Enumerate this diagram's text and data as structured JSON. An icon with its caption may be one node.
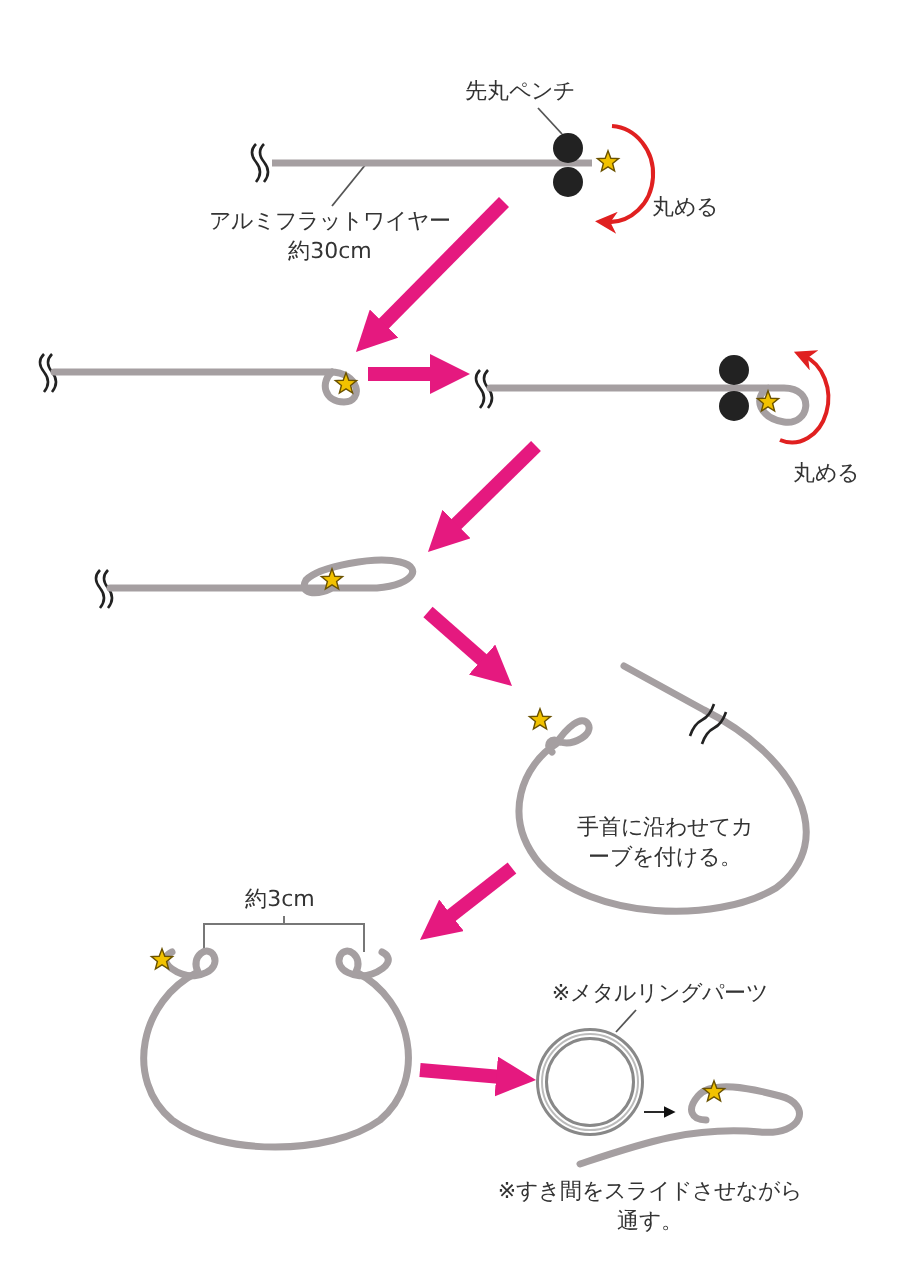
{
  "diagram": {
    "nodes": [
      {
        "text": [
          "先丸ペンチ"
        ]
      },
      {
        "text": [],
        "shape": "picture"
      },
      {
        "text": [],
        "shape": "circle"
      },
      {
        "text": [
          "アルミフラットワイヤー",
          "約30cm"
        ]
      },
      {
        "text": [],
        "shape": "bar",
        "in": 1
      },
      {
        "text": [],
        "shape": "picture"
      },
      {
        "text": [],
        "shape": "picture"
      },
      {
        "text": [],
        "shape": "picture"
      },
      {
        "text": [
          "手首に沿わせてカーブを付ける。"
        ]
      },
      {
        "text": [],
        "shape": "picture"
      },
      {
        "text": [
          "※メタルリングパーツ"
        ]
      },
      {
        "text": [],
        "shape": "circle"
      },
      {
        "text": [],
        "shape": "picture"
      }
    ],
    "edges": [
      {
        "from": 0,
        "to": 2,
        "arrow": "none",
        "color": "#555555"
      },
      {
        "from": 3,
        "to": 4,
        "arrow": "none",
        "color": "#555555"
      },
      {
        "from": 1,
        "to": 5,
        "arrow": "to"
      },
      {
        "from": 5,
        "to": 6,
        "arrow": "to"
      },
      {
        "from": 6,
        "to": 7,
        "arrow": "to"
      },
      {
        "from": 7,
        "to": 8,
        "arrow": "to"
      },
      {
        "from": 8,
        "to": 9,
        "arrow": "to"
      },
      {
        "from": 9,
        "to": 11,
        "arrow": "to"
      },
      {
        "from": 10,
        "to": 11,
        "arrow": "none",
        "color": "#555555"
      },
      {
        "from": 11,
        "to": 12,
        "arrow": "to",
        "color": "#111111"
      }
    ],
    "labels": [
      "丸める",
      "丸める",
      "約3cm",
      "※すき間をスライドさせながら通す。"
    ]
  }
}
